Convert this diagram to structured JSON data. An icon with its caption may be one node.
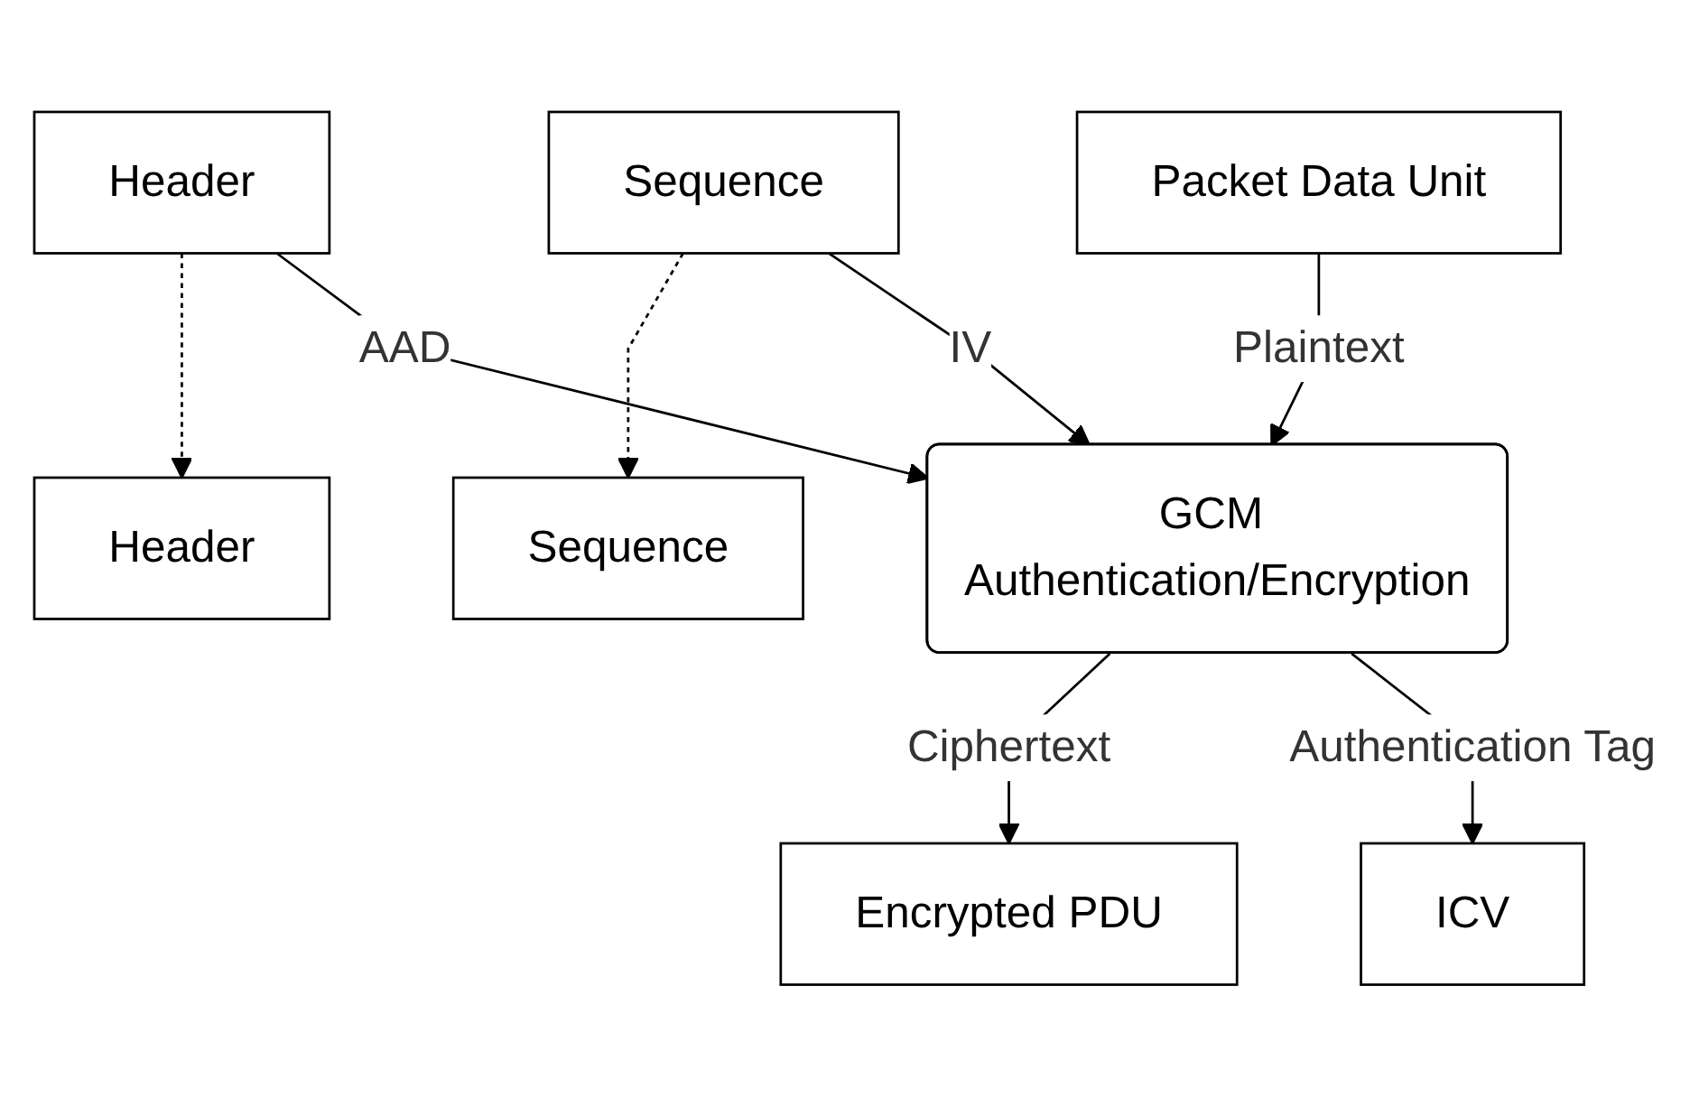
{
  "diagram": {
    "nodes": [
      {
        "text": [
          "Header"
        ]
      },
      {
        "text": [
          "Sequence"
        ]
      },
      {
        "text": [
          "Packet Data Unit"
        ]
      },
      {
        "text": [
          "GCM Authentication/Encryption"
        ]
      },
      {
        "text": [
          "Header"
        ]
      },
      {
        "text": [
          "Sequence"
        ]
      },
      {
        "text": [
          "Encrypted PDU"
        ]
      },
      {
        "text": [
          "ICV"
        ]
      }
    ],
    "edges": [
      {
        "from": 0,
        "to": 4,
        "arrow": "to",
        "style": "dashed"
      },
      {
        "from": 1,
        "to": 5,
        "arrow": "to",
        "style": "dashed"
      },
      {
        "from": 1,
        "to": 3,
        "arrow": "to",
        "label": "IV"
      },
      {
        "from": 0,
        "to": 3,
        "arrow": "to",
        "label": "AAD"
      },
      {
        "from": 2,
        "to": 3,
        "arrow": "to",
        "label": "Plaintext"
      },
      {
        "from": 3,
        "to": 6,
        "arrow": "to",
        "label": "Ciphertext"
      },
      {
        "from": 3,
        "to": 7,
        "arrow": "to",
        "label": "Authentication Tag"
      }
    ]
  }
}
